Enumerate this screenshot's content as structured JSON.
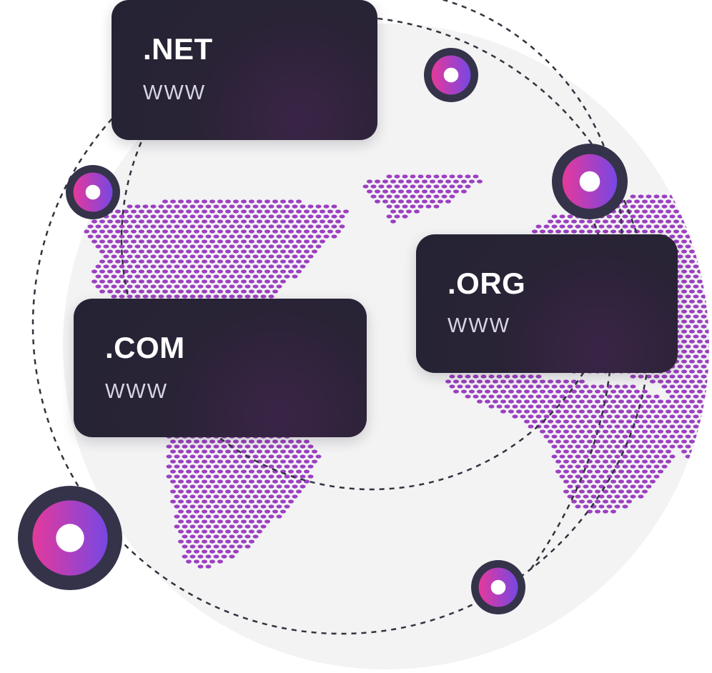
{
  "cards": {
    "net": {
      "tld": ".NET",
      "subtitle": "WWW"
    },
    "com": {
      "tld": ".COM",
      "subtitle": "WWW"
    },
    "org": {
      "tld": ".ORG",
      "subtitle": "WWW"
    }
  },
  "colors": {
    "globe": "#f3f3f4",
    "map_dots": "#9b3fc0",
    "card_dark": "#242333",
    "node_ring": "#34334a",
    "node_gradient_start": "#e5399b",
    "node_gradient_end": "#7747e3",
    "orbit_line": "#33323f"
  },
  "icons": {
    "node": "location-node-icon"
  }
}
